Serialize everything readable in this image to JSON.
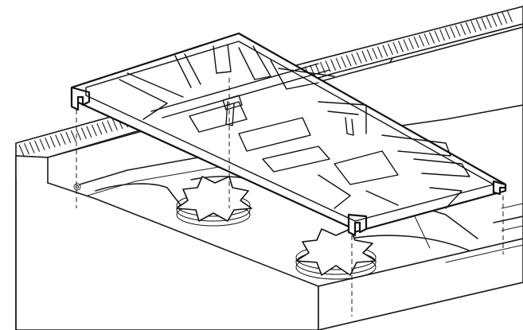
{
  "diagram": {
    "colors": {
      "line": "#1a1a1a",
      "background": "#ffffff"
    },
    "parts": [
      "cooktop-body",
      "rear-vent-grille",
      "cast-iron-grate",
      "left-burner-cap",
      "right-burner-cap",
      "adjacent-burner-module",
      "alignment-guide-lines"
    ]
  }
}
